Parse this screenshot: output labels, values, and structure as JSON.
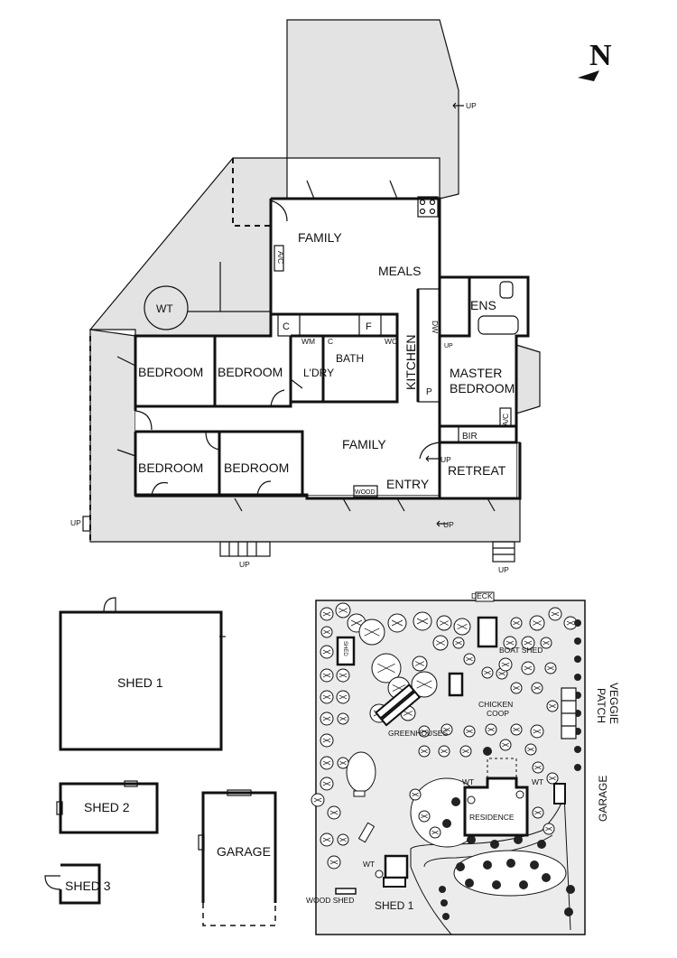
{
  "compass": {
    "letter": "N"
  },
  "house": {
    "rooms": {
      "family_top": "FAMILY",
      "meals": "MEALS",
      "ens": "ENS",
      "bedroom_1": "BEDROOM",
      "bedroom_2": "BEDROOM",
      "bedroom_3": "BEDROOM",
      "bedroom_4": "BEDROOM",
      "ldry": "L'DRY",
      "bath": "BATH",
      "kitchen": "KITCHEN",
      "master_bedroom_1": "MASTER",
      "master_bedroom_2": "BEDROOM",
      "family_main": "FAMILY",
      "entry": "ENTRY",
      "retreat": "RETREAT",
      "bir": "BIR"
    },
    "fixtures": {
      "wt": "WT",
      "c1": "C",
      "f": "F",
      "wm": "WM",
      "c2": "C",
      "wc": "WC",
      "dw": "DW",
      "p": "P",
      "ac_left": "A/C",
      "ac_right": "A/C",
      "wood": "WOOD"
    },
    "up_labels": {
      "top": "UP",
      "left": "UP",
      "bottom_left": "UP",
      "bottom_right": "UP",
      "entry": "UP",
      "ens": "UP",
      "deck_bottom": "UP"
    }
  },
  "outbuildings": {
    "shed1": "SHED 1",
    "shed2": "SHED 2",
    "shed3": "SHED 3",
    "garage": "GARAGE"
  },
  "site": {
    "deck": "DECK",
    "boat_shed": "BOAT SHED",
    "chicken_1": "CHICKEN",
    "chicken_2": "COOP",
    "greenhouses": "GREENHOUSES",
    "veggie_1": "VEGGIE",
    "veggie_2": "PATCH",
    "garage": "GARAGE",
    "wt_left": "WT",
    "wt_right": "WT",
    "residence": "RESIDENCE",
    "wt_bottom": "WT",
    "wood_shed": "WOOD SHED",
    "shed1": "SHED 1",
    "shed": "SHED"
  }
}
